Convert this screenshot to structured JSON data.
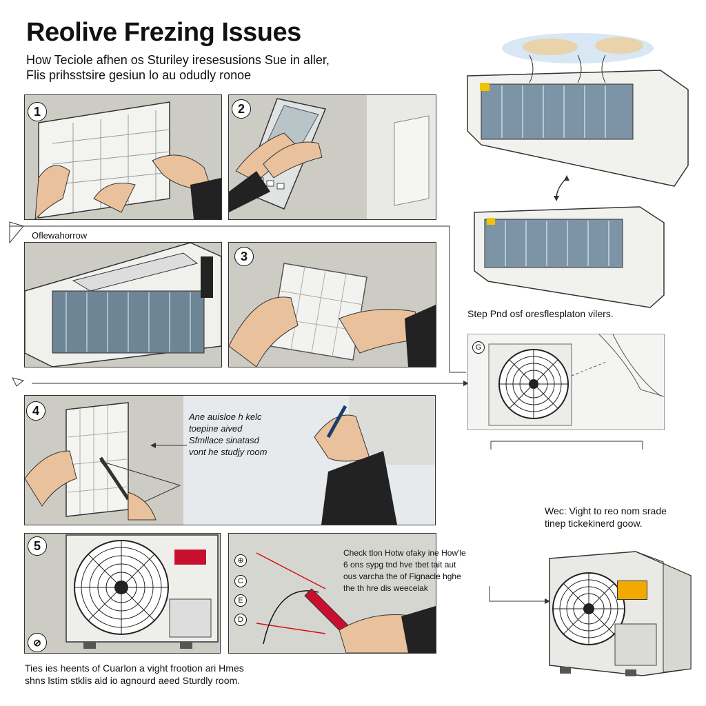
{
  "header": {
    "title": "Reolive Frezing Issues",
    "subtitle": "How Teciole afhen os Sturiley iresesusions Sue in aller, Flis prihsstsire gesiun lo au odudly ronoe"
  },
  "steps": [
    {
      "number": "1"
    },
    {
      "number": "2"
    },
    {
      "number": "3"
    },
    {
      "number": "4",
      "note": "Ane auisloe h kelc toepine aived Sfmllace sinatasd vont he studjy room"
    },
    {
      "number": "5",
      "note": "Check tlon Hotw ofaky ine How'le 6 ons sypg tnd hve tbet tait aut ous varcha the of Fignacle hghe the th hre dis weecelak",
      "side_markers": [
        "⊕",
        "C",
        "E",
        "D"
      ],
      "bottom_marker": "⊘"
    }
  ],
  "labels": {
    "follow_arrow": "Oflewahorrow",
    "step_pnd": "Step Pnd osf oresflesplaton vilers.",
    "marker_g": "G",
    "weight_note": "Wec: Vight to reo nom srade tinep tickekinerd goow.",
    "bottom_caption": "Ties ies heents of Cuarlon a vight frootion ari Hmes shns lstim stklis aid io agnourd aeed Sturdly room."
  },
  "colors": {
    "panel_bg": "#ccccc4",
    "accent_red": "#c8102e",
    "warning_yellow": "#f2a900",
    "coil_blue": "#8fa6b8"
  }
}
